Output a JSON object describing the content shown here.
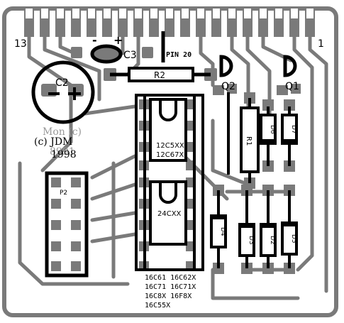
{
  "board": {
    "colors": {
      "copper": "#7a7a7a",
      "outline": "#000000",
      "background": "#ffffff"
    },
    "edge_pins": {
      "left_label": "13",
      "right_label": "1"
    },
    "labels": {
      "c3": "C3",
      "c3_minus": "-",
      "c3_plus": "+",
      "pin20": "PIN 20",
      "r2": "R2",
      "c2": "C2",
      "q2": "Q2",
      "q1": "Q1",
      "r1": "R1",
      "d6": "D6",
      "d7": "D7",
      "d4": "D4",
      "d3": "D3",
      "d2": "D2",
      "d5": "D5",
      "ic_top": "12C5XX",
      "ic_top_2": "12C67X",
      "ic_bottom": "24CXX",
      "p2": "P2",
      "copyright": "(c) JDM",
      "year": "1998",
      "mirror_text": "Mon (c)",
      "mirror_year": "8991",
      "pic_list": [
        "16C61 16C62X",
        "16C71 16C71X",
        "16C8X 16F8X",
        "16C55X"
      ]
    }
  }
}
